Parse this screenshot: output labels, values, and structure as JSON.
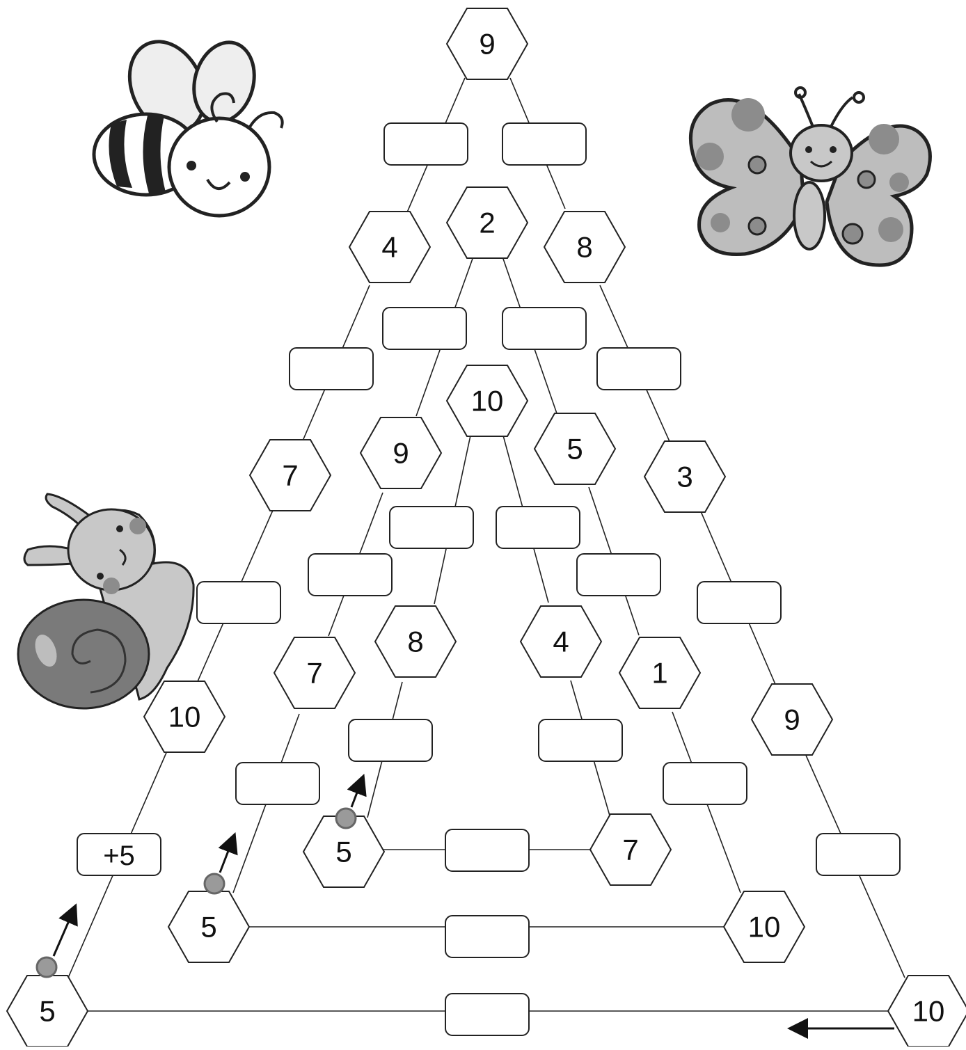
{
  "puzzle": {
    "hexagons": [
      {
        "id": "h1",
        "value": "9"
      },
      {
        "id": "h2",
        "value": "2"
      },
      {
        "id": "h3",
        "value": "4"
      },
      {
        "id": "h4",
        "value": "8"
      },
      {
        "id": "h5",
        "value": "10"
      },
      {
        "id": "h6",
        "value": "9"
      },
      {
        "id": "h7",
        "value": "5"
      },
      {
        "id": "h8",
        "value": "7"
      },
      {
        "id": "h9",
        "value": "3"
      },
      {
        "id": "h10",
        "value": "8"
      },
      {
        "id": "h11",
        "value": "4"
      },
      {
        "id": "h12",
        "value": "7"
      },
      {
        "id": "h13",
        "value": "1"
      },
      {
        "id": "h14",
        "value": "10"
      },
      {
        "id": "h15",
        "value": "9"
      },
      {
        "id": "h16",
        "value": "5"
      },
      {
        "id": "h17",
        "value": "7"
      },
      {
        "id": "h18",
        "value": "5"
      },
      {
        "id": "h19",
        "value": "10"
      },
      {
        "id": "h20",
        "value": "5"
      },
      {
        "id": "h21",
        "value": "10"
      }
    ],
    "operation_boxes": [
      {
        "id": "b1",
        "value": ""
      },
      {
        "id": "b2",
        "value": ""
      },
      {
        "id": "b3",
        "value": ""
      },
      {
        "id": "b4",
        "value": ""
      },
      {
        "id": "b5",
        "value": ""
      },
      {
        "id": "b6",
        "value": ""
      },
      {
        "id": "b7",
        "value": ""
      },
      {
        "id": "b8",
        "value": ""
      },
      {
        "id": "b9",
        "value": ""
      },
      {
        "id": "b10",
        "value": ""
      },
      {
        "id": "b11",
        "value": ""
      },
      {
        "id": "b12",
        "value": ""
      },
      {
        "id": "b13",
        "value": ""
      },
      {
        "id": "b14",
        "value": ""
      },
      {
        "id": "b15",
        "value": ""
      },
      {
        "id": "b16",
        "value": ""
      },
      {
        "id": "b17",
        "value": "+5"
      },
      {
        "id": "b18",
        "value": ""
      },
      {
        "id": "b19",
        "value": ""
      },
      {
        "id": "b20",
        "value": ""
      },
      {
        "id": "b21",
        "value": ""
      },
      {
        "id": "b22",
        "value": ""
      }
    ]
  },
  "colors": {
    "line": "#222222",
    "start_dot": "#9a9a9a",
    "snail_shell": "#7a7a7a",
    "snail_body": "#c8c8c8",
    "butterfly_wing": "#bdbdbd",
    "butterfly_spot": "#8c8c8c",
    "bee_wing": "#eeeeee"
  },
  "decorations": [
    "bee-illustration",
    "butterfly-illustration",
    "snail-illustration"
  ]
}
